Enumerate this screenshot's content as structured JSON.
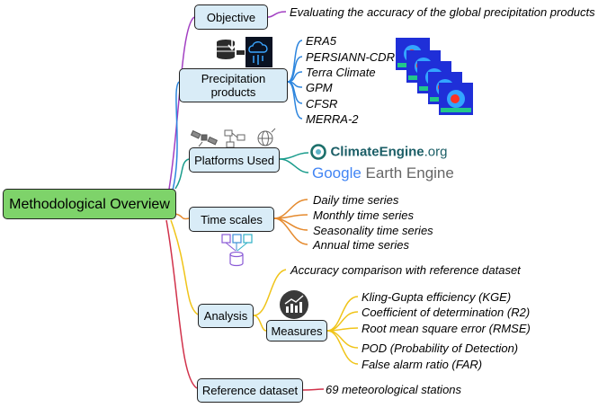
{
  "root": "Methodological Overview",
  "objective": {
    "label": "Objective",
    "text": "Evaluating the accuracy of the global precipitation products"
  },
  "precipitation": {
    "label": "Precipitation products",
    "items": [
      "ERA5",
      "PERSIANN-CDR",
      "Terra Climate",
      "GPM",
      "CFSR",
      "MERRA-2"
    ]
  },
  "platforms": {
    "label": "Platforms Used",
    "climate_engine": {
      "name": "ClimateEngine",
      "suffix": ".org"
    },
    "google_earth_engine": {
      "google": "Google",
      "rest": " Earth Engine"
    }
  },
  "time_scales": {
    "label": "Time scales",
    "items": [
      "Daily time series",
      "Monthly time series",
      "Seasonality time series",
      "Annual time series"
    ]
  },
  "analysis": {
    "label": "Analysis",
    "comparison": "Accuracy comparison with reference dataset",
    "measures": {
      "label": "Measures",
      "items": [
        "Kling-Gupta efficiency (KGE)",
        "Coefficient of determination (R2)",
        "Root mean square error (RMSE)",
        "POD (Probability of Detection)",
        "False alarm ratio (FAR)"
      ]
    }
  },
  "reference": {
    "label": "Reference dataset",
    "text": "69 meteorological stations"
  },
  "colors": {
    "objective": "#a23fc2",
    "precipitation": "#2e86de",
    "platforms": "#1a9c8c",
    "time_scales": "#e58a2e",
    "analysis": "#f0c419",
    "reference": "#d1324b"
  },
  "icons": [
    "database-download-icon",
    "cloud-rain-icon",
    "precipitation-maps-icon",
    "satellite-icon",
    "network-icon",
    "globe-icon",
    "data-flow-icon",
    "chart-icon"
  ]
}
